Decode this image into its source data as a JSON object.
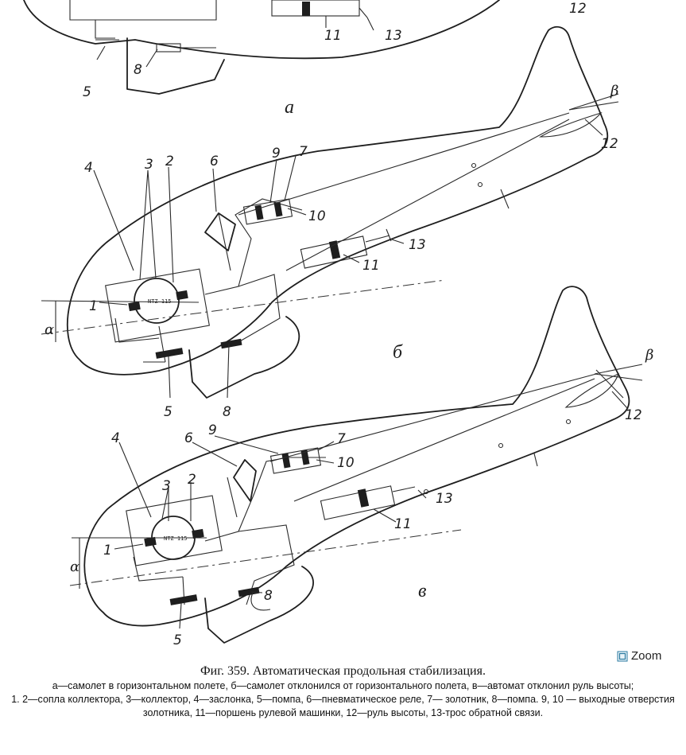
{
  "figure": {
    "part_labels": {
      "a": "а",
      "b": "б",
      "v": "в"
    },
    "angle_labels": {
      "alpha": "α",
      "beta": "β"
    },
    "part_a_numbers": [
      "5",
      "8",
      "11",
      "13",
      "12"
    ],
    "part_b_numbers": [
      "1",
      "2",
      "3",
      "4",
      "5",
      "6",
      "7",
      "8",
      "9",
      "10",
      "11",
      "12",
      "13"
    ],
    "part_v_numbers": [
      "1",
      "2",
      "3",
      "4",
      "5",
      "6",
      "7",
      "8",
      "9",
      "10",
      "11",
      "12",
      "13"
    ],
    "gauge_text": "NTZ 115"
  },
  "zoom": {
    "label": "Zoom"
  },
  "caption": {
    "title": "Фиг. 359. Автоматическая продольная стабилизация.",
    "description": "а—самолет в горизонтальном полете, б—самолет отклонился от горизонтального полета, в—автомат отклонил руль высоты;",
    "legend": "1. 2—сопла коллектора, 3—коллектор, 4—заслонка, 5—помпа, 6—пневматическое реле, 7— золотник, 8—помпа. 9, 10 — выходные отверстия золотника, 11—поршень рулевой машинки, 12—руль высоты, 13-трос обратной связи."
  }
}
